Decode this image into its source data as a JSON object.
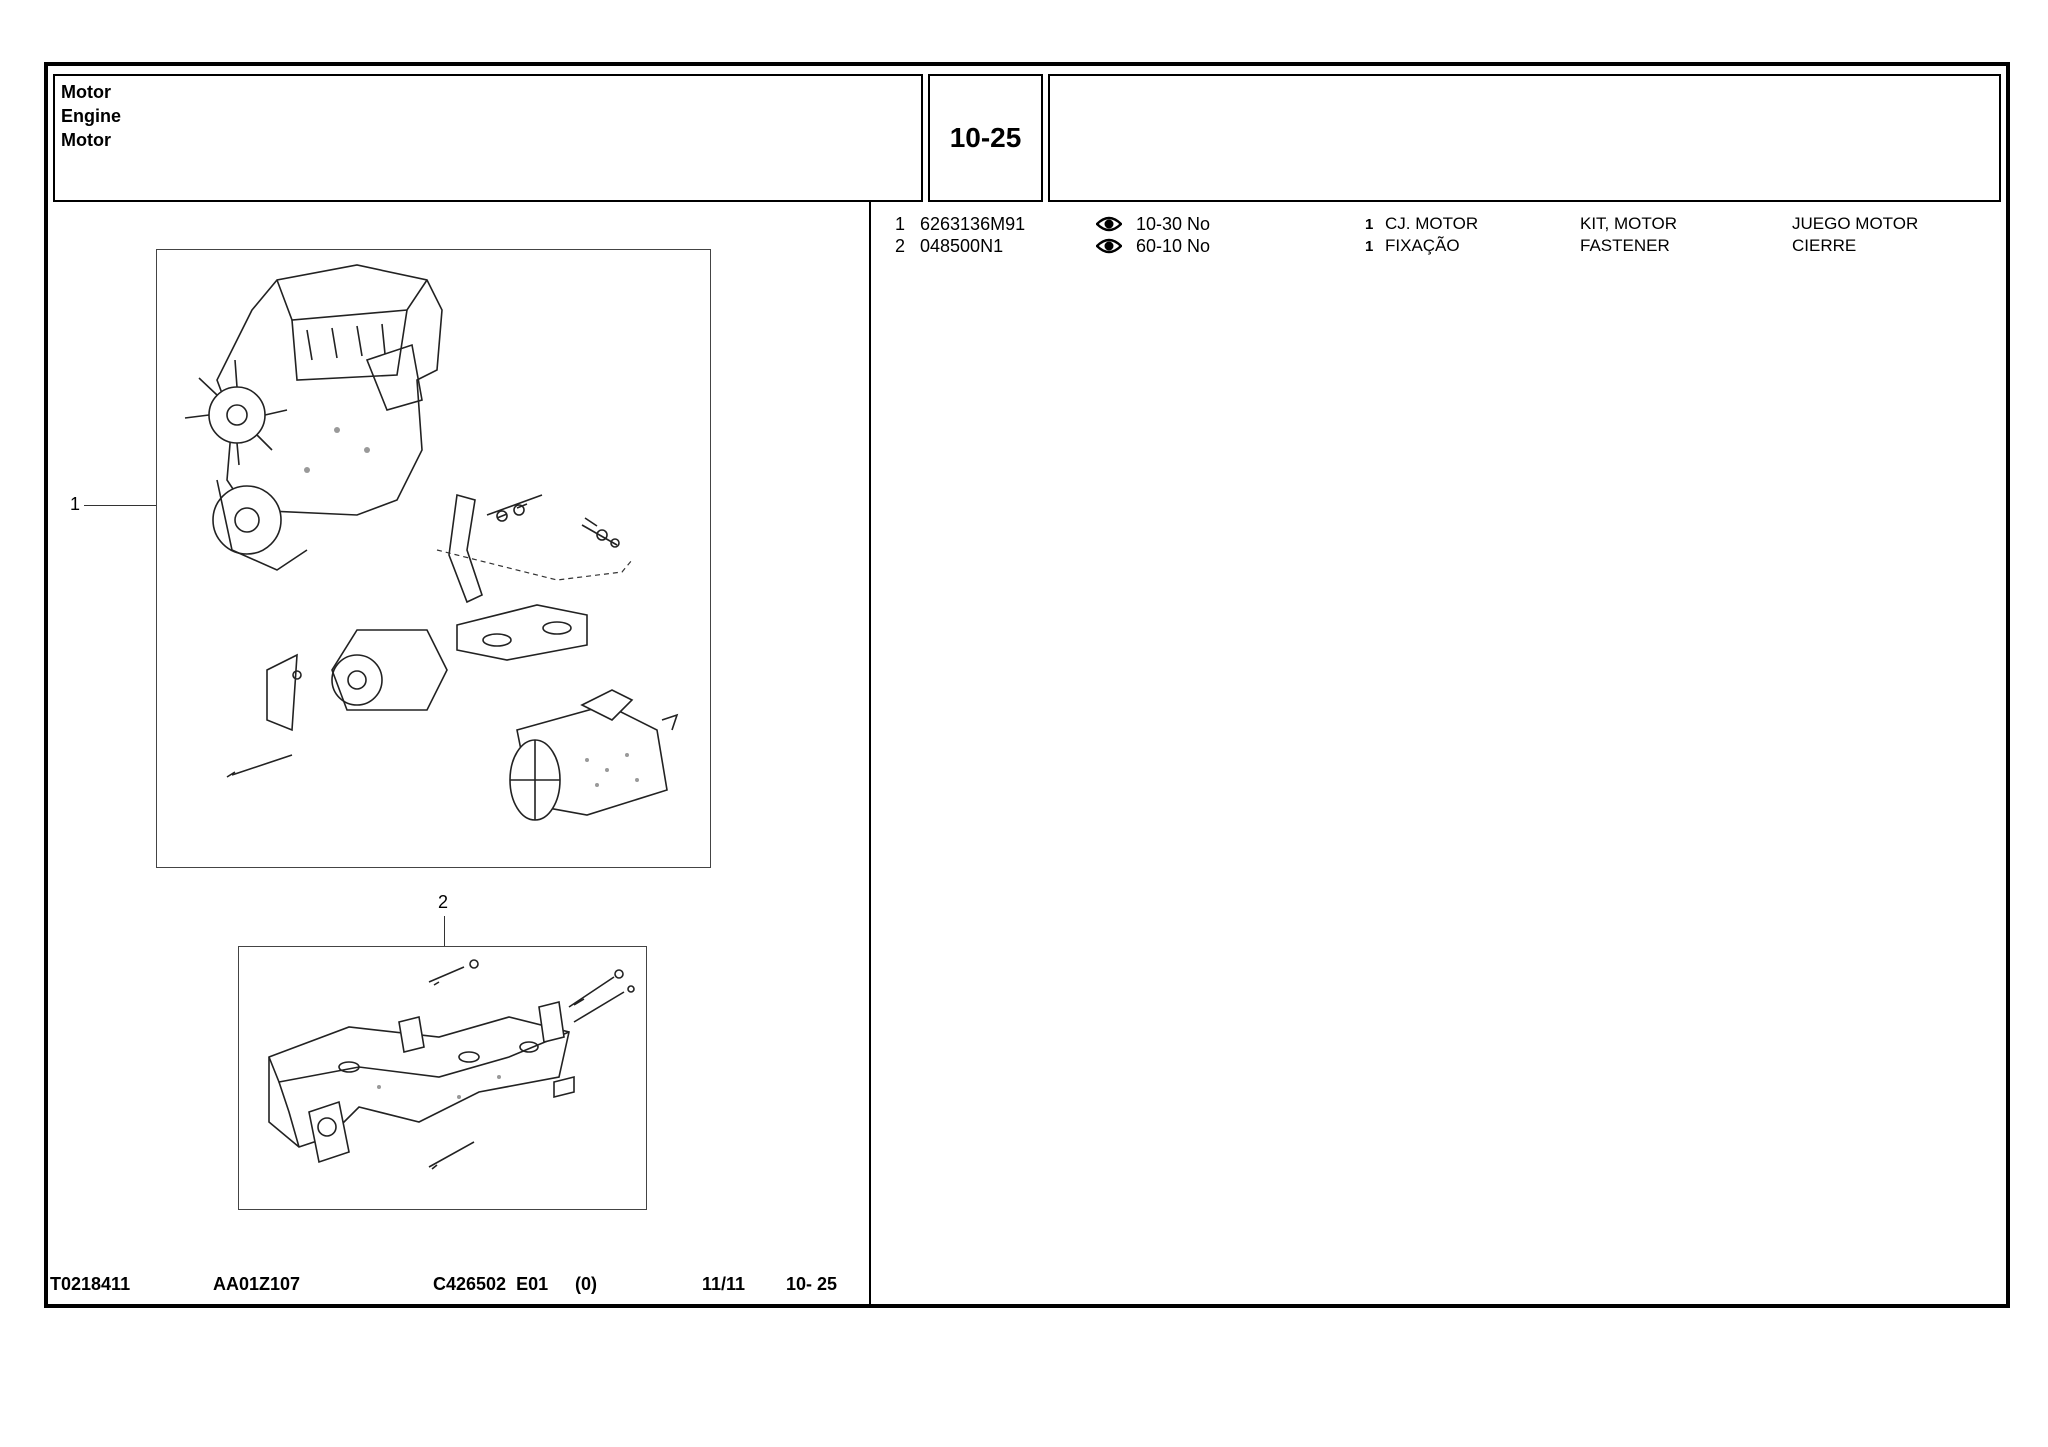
{
  "header": {
    "title_lines": [
      "Motor",
      "Engine",
      "Motor"
    ],
    "group_code": "10-25"
  },
  "callouts": [
    "1",
    "2"
  ],
  "parts": [
    {
      "ref": "1",
      "part_number": "6263136M91",
      "icon": "eye-icon",
      "serial_ref": "10-30 No",
      "qty": "1",
      "desc_pt": "CJ. MOTOR",
      "desc_en": "KIT, MOTOR",
      "desc_es": "JUEGO MOTOR"
    },
    {
      "ref": "2",
      "part_number": "048500N1",
      "icon": "eye-icon",
      "serial_ref": "60-10 No",
      "qty": "1",
      "desc_pt": "FIXAÇÃO",
      "desc_en": "FASTENER",
      "desc_es": "CIERRE"
    }
  ],
  "footer": {
    "doc_id": "T0218411",
    "model_code": "AA01Z107",
    "catalog": "C426502  E01",
    "revision": "(0)",
    "date": "11/11",
    "page_ref": "10- 25"
  }
}
